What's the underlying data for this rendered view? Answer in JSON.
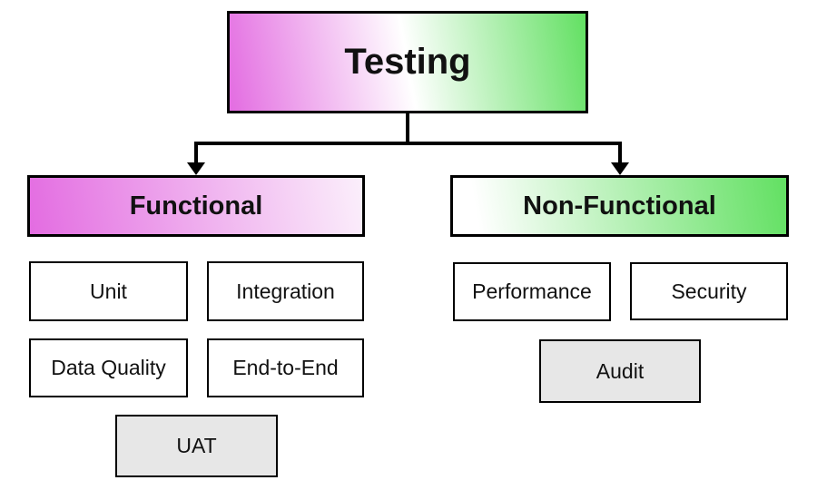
{
  "nodes": {
    "testing": {
      "label": "Testing"
    },
    "functional": {
      "label": "Functional"
    },
    "non_functional": {
      "label": "Non-Functional"
    },
    "unit": {
      "label": "Unit"
    },
    "integration": {
      "label": "Integration"
    },
    "data_quality": {
      "label": "Data Quality"
    },
    "end_to_end": {
      "label": "End-to-End"
    },
    "uat": {
      "label": "UAT"
    },
    "performance": {
      "label": "Performance"
    },
    "security": {
      "label": "Security"
    },
    "audit": {
      "label": "Audit"
    }
  },
  "hierarchy": {
    "root": "Testing",
    "branches": [
      {
        "label": "Functional",
        "children": [
          "Unit",
          "Integration",
          "Data Quality",
          "End-to-End",
          "UAT"
        ]
      },
      {
        "label": "Non-Functional",
        "children": [
          "Performance",
          "Security",
          "Audit"
        ]
      }
    ]
  },
  "colors": {
    "magenta": "#e36ce1",
    "magenta_light": "#fbeffb",
    "green": "#62e062",
    "gray": "#e7e7e7",
    "border": "#000000",
    "text": "#111111"
  }
}
